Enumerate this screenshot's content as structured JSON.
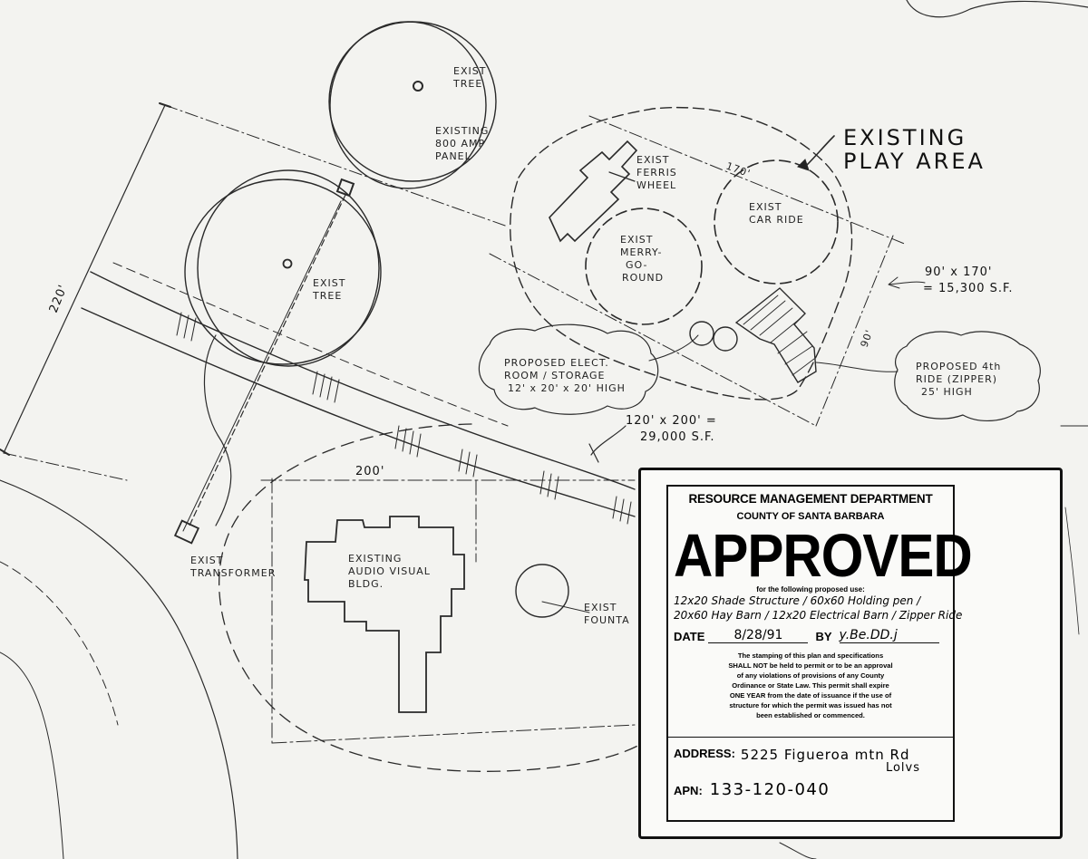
{
  "plan_labels": {
    "exist_tree_top": [
      "EXIST",
      "TREE"
    ],
    "panel": [
      "EXISTING",
      "800 AMP",
      "PANEL"
    ],
    "exist_tree_left": [
      "EXIST",
      "TREE"
    ],
    "dim_220": "220'",
    "transformer": [
      "EXIST",
      "TRANSFORMER"
    ],
    "dim_200": "200'",
    "audio_visual": [
      "EXISTING",
      "AUDIO VISUAL",
      "BLDG."
    ],
    "fountain": [
      "EXIST",
      "FOUNTA"
    ],
    "ferris_wheel": [
      "EXIST",
      "FERRIS",
      "WHEEL"
    ],
    "dim_170": "170'",
    "car_ride": [
      "EXIST",
      "CAR RIDE"
    ],
    "merry_go_round": [
      "EXIST",
      "MERRY-",
      "GO-",
      "ROUND"
    ],
    "play_area": [
      "EXISTING",
      "PLAY AREA"
    ],
    "area_small": [
      "90' x 170'",
      "= 15,300 S.F."
    ],
    "dim_90": "90'",
    "proposed_elect": [
      "PROPOSED ELECT.",
      "ROOM / STORAGE",
      "12' x 20' x 20' HIGH"
    ],
    "proposed_ride": [
      "PROPOSED 4th",
      "RIDE (ZIPPER)",
      "25' HIGH"
    ],
    "area_large": [
      "120' x 200' =",
      "29,000 S.F."
    ]
  },
  "stamp": {
    "department": "RESOURCE MANAGEMENT DEPARTMENT",
    "county": "COUNTY OF SANTA BARBARA",
    "status": "APPROVED",
    "use_heading": "for the following proposed use:",
    "use_line1": "12x20 Shade Structure / 60x60 Holding pen /",
    "use_line2": "20x60 Hay Barn / 12x20 Electrical Barn / Zipper Ride",
    "date_label": "DATE",
    "date_value": "8/28/91",
    "by_label": "BY",
    "by_value": "y.Be.DD.j",
    "fine_print": [
      "The stamping of this plan and specifications",
      "SHALL NOT be held to permit or to be an approval",
      "of any violations of provisions of any County",
      "Ordinance or State Law. This permit shall expire",
      "ONE YEAR from the date of issuance if the use of",
      "structure for which the permit was issued has not",
      "been established or commenced."
    ],
    "address_label": "ADDRESS:",
    "address_value": "5225 Figueroa mtn Rd",
    "address_line2": "Lolvs",
    "apn_label": "APN:",
    "apn_value": "133-120-040"
  }
}
